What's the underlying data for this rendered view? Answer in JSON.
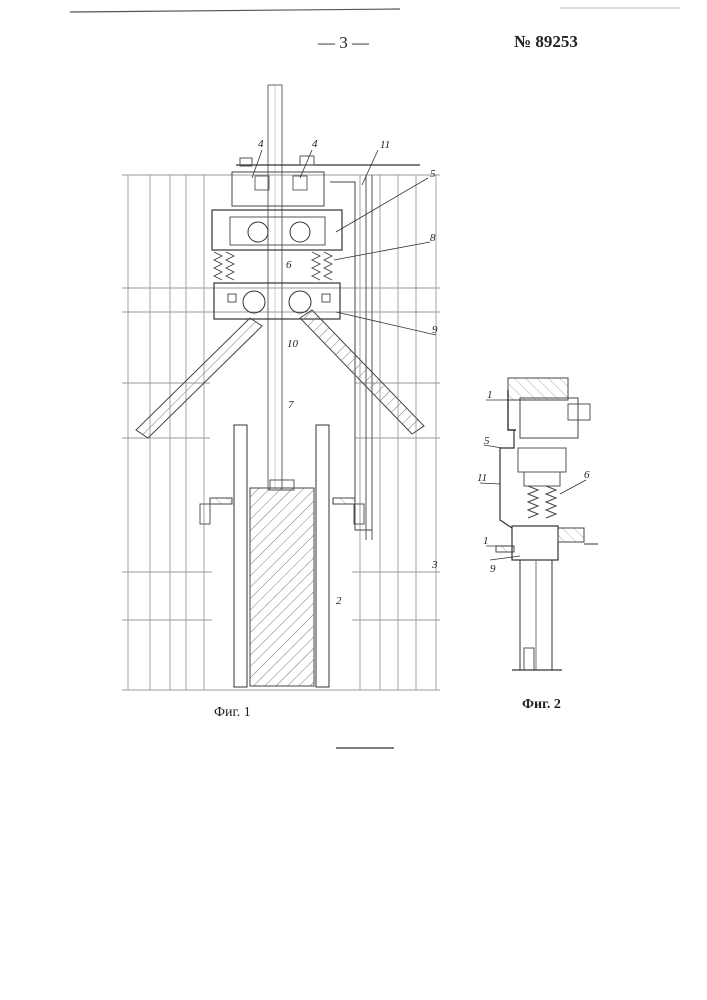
{
  "header": {
    "page_number": "— 3 —",
    "patent_number": "№ 89253"
  },
  "figure1": {
    "caption": "Фиг. 1",
    "labels": {
      "l4a": "4",
      "l4b": "4",
      "l11": "11",
      "l5": "5",
      "l8": "8",
      "l6": "6",
      "l9": "9",
      "l10": "10",
      "l7": "7",
      "l2": "2",
      "l3": "3"
    }
  },
  "figure2": {
    "caption": "Фиг. 2",
    "labels": {
      "l1a": "1",
      "l5": "5",
      "l11": "11",
      "l6": "6",
      "l1b": "1",
      "l9": "9"
    }
  },
  "colors": {
    "ink": "#222222",
    "faint": "#9a9a9a",
    "hatch": "#7a7a7a"
  }
}
